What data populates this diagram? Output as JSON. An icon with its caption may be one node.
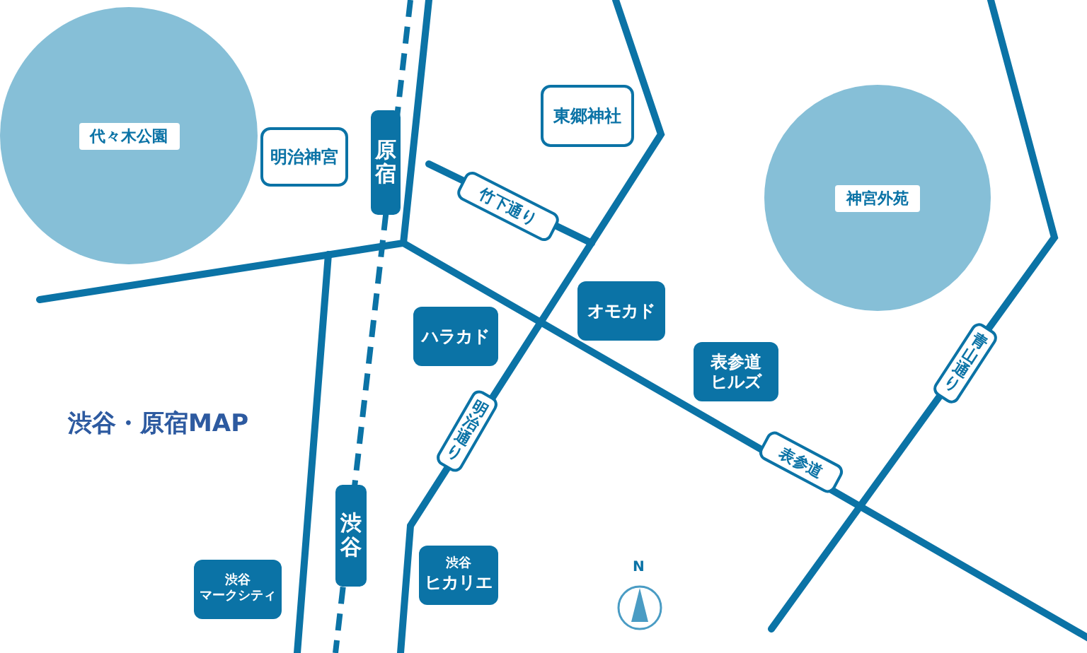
{
  "diagram": {
    "title": "渋谷・原宿MAP",
    "nodes": [
      {
        "text": [
          "代々木公園"
        ]
      },
      {
        "text": [
          "東郷神社"
        ]
      },
      {
        "text": [
          "明治神宮"
        ]
      },
      {
        "text": [
          "原宿"
        ]
      },
      {
        "text": [
          "竹下通り"
        ]
      },
      {
        "text": [
          "神宮外苑"
        ]
      },
      {
        "text": [
          "オモカド"
        ]
      },
      {
        "text": [
          "ハラカド"
        ]
      },
      {
        "text": [
          "青山通り"
        ]
      },
      {
        "text": [
          "表参道ヒルズ"
        ]
      },
      {
        "text": [
          "明治通り"
        ]
      },
      {
        "text": [
          "表参道"
        ]
      },
      {
        "text": [
          "渋谷"
        ]
      },
      {
        "text": [
          "渋谷",
          "ヒカリエ"
        ]
      },
      {
        "text": [
          "渋谷",
          "マークシティ"
        ]
      }
    ],
    "edges": [],
    "labels": [
      "N"
    ]
  }
}
